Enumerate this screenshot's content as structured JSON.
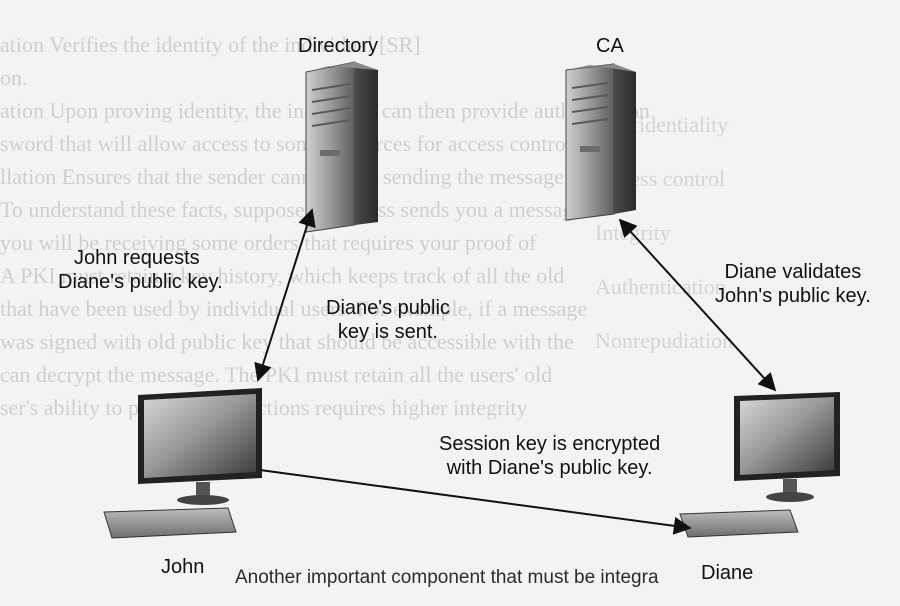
{
  "background_text": [
    "ation   Verifies the identity of the individual [SR]",
    "on.",
    "ation   Upon proving identity, the individual can then provide authorization",
    "sword that will allow access to some resources for access control.",
    "llation   Ensures that the sender cannot deny sending the message.",
    "",
    "To understand these facts, suppose your boss sends you a message.",
    "you will be receiving some orders that requires your proof of",
    "A PKI must retain a key history, which keeps track of all the old",
    "that have been used by individual users. For example, if a message",
    "was signed with old public key that should be accessible with the",
    "can decrypt the message. The PKI must retain all the users' old",
    "ser's ability to perform transactions requires higher integrity",
    "Another important component that must be integrated"
  ],
  "bullets": [
    "Confidentiality",
    "Access control",
    "Integrity",
    "Authentication",
    "Nonrepudiation"
  ],
  "nodes": {
    "directory": "Directory",
    "ca": "CA",
    "john": "John",
    "diane": "Diane"
  },
  "messages": {
    "john_requests": [
      "John requests",
      "Diane's public key."
    ],
    "key_sent": [
      "Diane's public",
      "key is sent."
    ],
    "session_key": [
      "Session key is encrypted",
      "with Diane's public key."
    ],
    "diane_validates": [
      "Diane validates",
      "John's public key."
    ]
  },
  "footer": "Another important component that must be integra"
}
